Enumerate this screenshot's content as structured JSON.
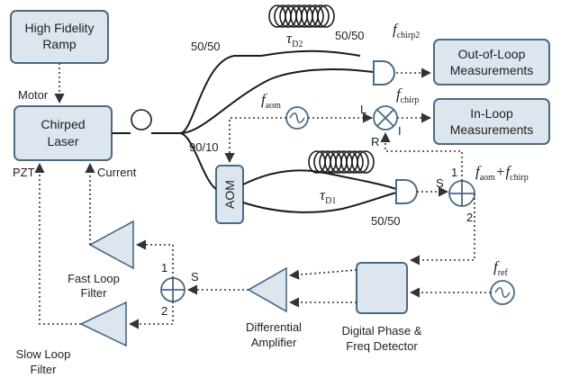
{
  "boxes": {
    "ramp": [
      "High Fidelity",
      "Ramp"
    ],
    "laser": [
      "Chirped",
      "Laser"
    ],
    "out_loop": [
      "Out-of-Loop",
      "Measurements"
    ],
    "in_loop": [
      "In-Loop",
      "Measurements"
    ],
    "aom": "AOM",
    "phase_detector": [
      "Digital Phase &",
      "Freq Detector"
    ]
  },
  "labels": {
    "motor": "Motor",
    "pzt": "PZT",
    "current": "Current",
    "split_upper": "50/50",
    "split_lower": "90/10",
    "combine_upper": "50/50",
    "combine_lower": "50/50",
    "mixer_l": "L",
    "mixer_r": "R",
    "mixer_i": "I",
    "sum_right_s": "S",
    "sum_right_1": "1",
    "sum_right_2": "2",
    "sum_left_s": "S",
    "sum_left_1": "1",
    "sum_left_2": "2",
    "fast_filter": [
      "Fast Loop",
      "Filter"
    ],
    "slow_filter": [
      "Slow Loop",
      "Filter"
    ],
    "diff_amp": [
      "Differential",
      "Amplifier"
    ]
  },
  "math": {
    "tau_d2": {
      "base": "τ",
      "sub": "D2"
    },
    "tau_d1": {
      "base": "τ",
      "sub": "D1"
    },
    "f_chirp2": {
      "base": "f",
      "sub": "chirp2"
    },
    "f_aom": {
      "base": "f",
      "sub": "aom"
    },
    "f_chirp": {
      "base": "f",
      "sub": "chirp"
    },
    "f_ref": {
      "base": "f",
      "sub": "ref"
    },
    "f_sum": {
      "a": "f",
      "a_sub": "aom",
      "plus": "+",
      "b": "f",
      "b_sub": "chirp"
    }
  },
  "icons": [
    "fiber-loop-icon",
    "fiber-coil-icon",
    "photodetector-icon",
    "oscillator-icon",
    "mixer-icon",
    "summer-icon",
    "amplifier-icon"
  ]
}
